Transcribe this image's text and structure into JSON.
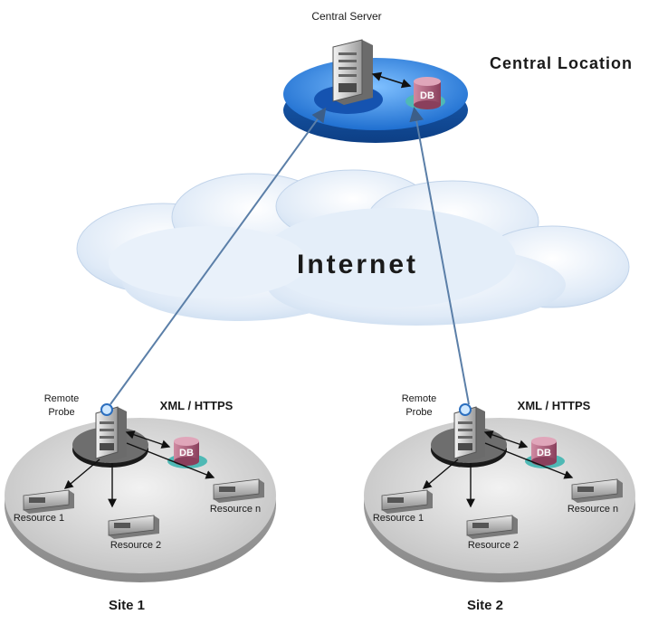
{
  "central": {
    "server_label": "Central Server",
    "location_label": "Central Location",
    "db_label": "DB"
  },
  "internet": {
    "label": "Internet"
  },
  "sites": [
    {
      "site_label": "Site 1",
      "probe_label_line1": "Remote",
      "probe_label_line2": "Probe",
      "protocol_label": "XML / HTTPS",
      "db_label": "DB",
      "resources": [
        "Resource 1",
        "Resource 2",
        "Resource n"
      ]
    },
    {
      "site_label": "Site 2",
      "probe_label_line1": "Remote",
      "probe_label_line2": "Probe",
      "protocol_label": "XML / HTTPS",
      "db_label": "DB",
      "resources": [
        "Resource 1",
        "Resource 2",
        "Resource n"
      ]
    }
  ],
  "colors": {
    "central_disc": "#3b8fe0",
    "site_disc": "#d4d4d4",
    "cloud": "#dbe9f7",
    "db": "#b85a7a",
    "link": "#5b7fa8"
  },
  "icons": [
    "server-icon",
    "database-icon",
    "probe-icon",
    "resource-icon",
    "cloud-icon"
  ]
}
